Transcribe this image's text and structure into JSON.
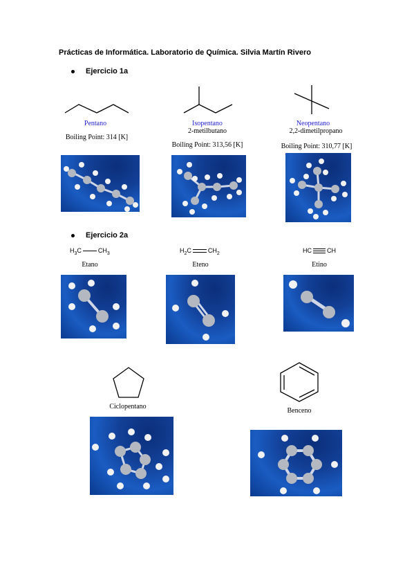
{
  "header": {
    "title": "Prácticas de Informática. Laboratorio de Química. Silvia Martín Rivero"
  },
  "ex1": {
    "label": "Ejercicio 1a",
    "items": [
      {
        "name": "Pentano",
        "iupac": "",
        "bp": "Boiling Point: 314 [K]"
      },
      {
        "name": "Isopentano",
        "iupac": "2-metilbutano",
        "bp": "Boiling Point: 313,56 [K]"
      },
      {
        "name": "Neopentano",
        "iupac": "2,2-dimetilpropano",
        "bp": "Boiling Point: 310,77 [K]"
      }
    ]
  },
  "ex2": {
    "label": "Ejercicio 2a",
    "formulas": {
      "etano": {
        "left": "H3C",
        "right": "CH3"
      },
      "eteno": {
        "left": "H2C",
        "right": "CH2"
      },
      "etino": {
        "left": "HC",
        "right": "CH"
      }
    },
    "names": [
      "Etano",
      "Eteno",
      "Etino",
      "Ciclopentano",
      "Benceno"
    ]
  }
}
